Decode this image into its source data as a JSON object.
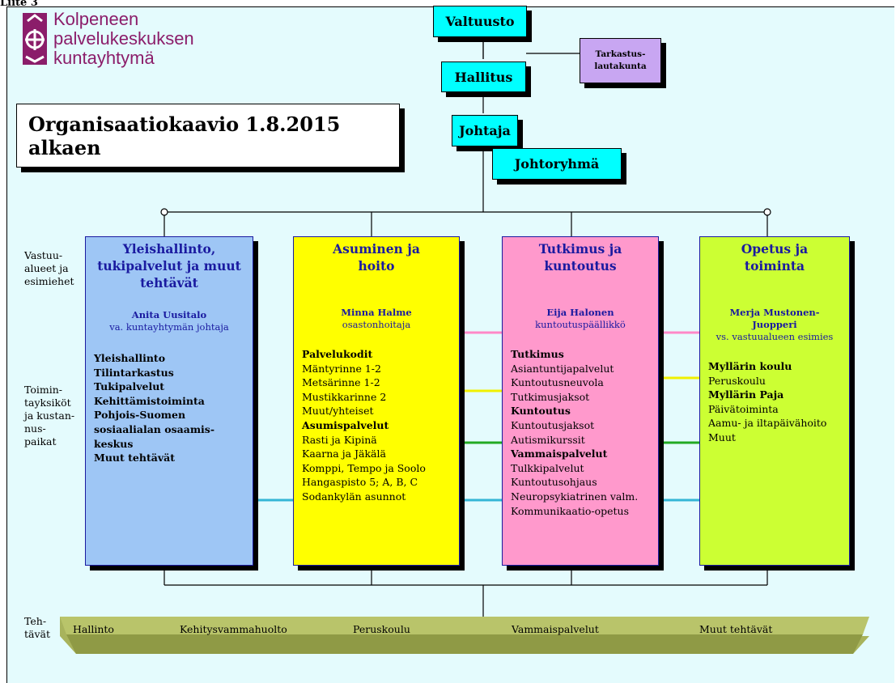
{
  "header": {
    "liite": "Liite 3"
  },
  "logo": {
    "line1": "Kolpeneen",
    "line2": "palvelukeskuksen",
    "line3": "kuntayhtymä"
  },
  "title": "Organisaatiokaavio 1.8.2015 alkaen",
  "top": {
    "valtuusto": "Valtuusto",
    "tarkastus_line1": "Tarkastus-",
    "tarkastus_line2": "lautakunta",
    "hallitus": "Hallitus",
    "johtaja": "Johtaja",
    "johtoryhma": "Johtoryhmä"
  },
  "side": {
    "vastuu": [
      "Vastuu-",
      "alueet ja",
      "esimiehet"
    ],
    "toimin": [
      "Toimin-",
      "tayksiköt",
      "ja kustan-",
      "nus-",
      "paikat"
    ],
    "teh": [
      "Teh-",
      "tävät"
    ]
  },
  "columns": [
    {
      "color": "#9ec6f5",
      "title": [
        "Yleishallinto,",
        "tukipalvelut ja muut",
        "tehtävät"
      ],
      "person": "Anita Uusitalo",
      "role": "va. kuntayhtymän johtaja",
      "items": [
        {
          "text": "Yleishallinto",
          "bold": true
        },
        {
          "text": "Tilintarkastus",
          "bold": true
        },
        {
          "text": "Tukipalvelut",
          "bold": true
        },
        {
          "text": "Kehittämistoiminta",
          "bold": true
        },
        {
          "text": "Pohjois-Suomen",
          "bold": true
        },
        {
          "text": "sosiaalialan osaamis-",
          "bold": true
        },
        {
          "text": "keskus",
          "bold": true
        },
        {
          "text": "Muut tehtävät",
          "bold": true
        }
      ]
    },
    {
      "color": "#ffff00",
      "title": [
        "Asuminen ja",
        "hoito"
      ],
      "person": "Minna Halme",
      "role": "osastonhoitaja",
      "items": [
        {
          "text": "Palvelukodit",
          "bold": true
        },
        {
          "text": "Mäntyrinne 1-2",
          "bold": false
        },
        {
          "text": "Metsärinne 1-2",
          "bold": false
        },
        {
          "text": "Mustikkarinne 2",
          "bold": false
        },
        {
          "text": "Muut/yhteiset",
          "bold": false
        },
        {
          "text": "Asumispalvelut",
          "bold": true
        },
        {
          "text": "Rasti ja Kipinä",
          "bold": false
        },
        {
          "text": "Kaarna ja Jäkälä",
          "bold": false
        },
        {
          "text": "Komppi, Tempo ja Soolo",
          "bold": false
        },
        {
          "text": "Hangaspisto 5; A, B, C",
          "bold": false
        },
        {
          "text": "Sodankylän asunnot",
          "bold": false
        }
      ]
    },
    {
      "color": "#ff99cc",
      "title": [
        "Tutkimus ja",
        "kuntoutus"
      ],
      "person": "Eija Halonen",
      "role": "kuntoutuspäällikkö",
      "items": [
        {
          "text": "Tutkimus",
          "bold": true
        },
        {
          "text": "Asiantuntijapalvelut",
          "bold": false
        },
        {
          "text": "Kuntoutusneuvola",
          "bold": false
        },
        {
          "text": "Tutkimusjaksot",
          "bold": false
        },
        {
          "text": "Kuntoutus",
          "bold": true
        },
        {
          "text": "Kuntoutusjaksot",
          "bold": false
        },
        {
          "text": "Autismikurssit",
          "bold": false
        },
        {
          "text": "Vammaispalvelut",
          "bold": true
        },
        {
          "text": "Tulkkipalvelut",
          "bold": false
        },
        {
          "text": "Kuntoutusohjaus",
          "bold": false
        },
        {
          "text": "Neuropsykiatrinen valm.",
          "bold": false
        },
        {
          "text": "Kommunikaatio-opetus",
          "bold": false
        }
      ]
    },
    {
      "color": "#ccff33",
      "title": [
        "Opetus ja",
        "toiminta"
      ],
      "person": "Merja Mustonen-Juopperi",
      "role": "vs. vastuualueen esimies",
      "items": [
        {
          "text": "Myllärin koulu",
          "bold": true
        },
        {
          "text": "Peruskoulu",
          "bold": false
        },
        {
          "text": "Myllärin Paja",
          "bold": true
        },
        {
          "text": "Päivätoiminta",
          "bold": false
        },
        {
          "text": "Aamu- ja iltapäivähoito",
          "bold": false
        },
        {
          "text": "Muut",
          "bold": false
        }
      ]
    }
  ],
  "tasks": [
    "Hallinto",
    "Kehitysvammahuolto",
    "Peruskoulu",
    "Vammaispalvelut",
    "Muut tehtävät"
  ],
  "colors": {
    "background": "#e4fbfd",
    "top_boxes": "#00ffff",
    "tarkastus": "#c8a6f2",
    "logo": "#8b1d6a",
    "band": "#a8b35c",
    "connector_pink": "#ff88c8",
    "connector_yellow": "#f0f000",
    "connector_green": "#22aa22",
    "connector_cyan": "#33b6d6"
  }
}
